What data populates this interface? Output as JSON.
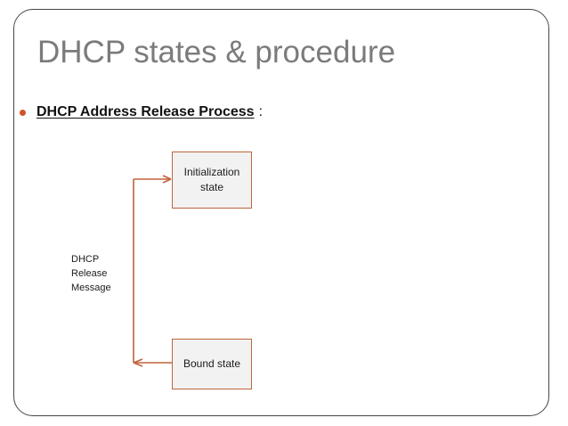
{
  "slide": {
    "title": "DHCP states & procedure",
    "bullets": [
      {
        "text": "DHCP Address Release Process",
        "suffix": ":",
        "bullet_icon": "bullet-dot-icon"
      }
    ]
  },
  "diagram": {
    "type": "state-flow",
    "boxes": [
      {
        "id": "initialization",
        "label": "Initialization\nstate"
      },
      {
        "id": "bound",
        "label": "Bound state"
      }
    ],
    "edges": [
      {
        "id": "release-edge",
        "from": "bound",
        "to": "initialization",
        "label": "DHCP\nRelease\nMessage",
        "arrowheads": [
          "left-at-corner",
          "right-into-initialization"
        ]
      }
    ]
  },
  "colors": {
    "title_gray": "#7b7b7b",
    "bullet_orange": "#d2502a",
    "box_border": "#c0643c",
    "box_fill": "#f2f2f2",
    "connector": "#c0643c",
    "frame_border": "#44464b",
    "body_text": "#121212"
  }
}
